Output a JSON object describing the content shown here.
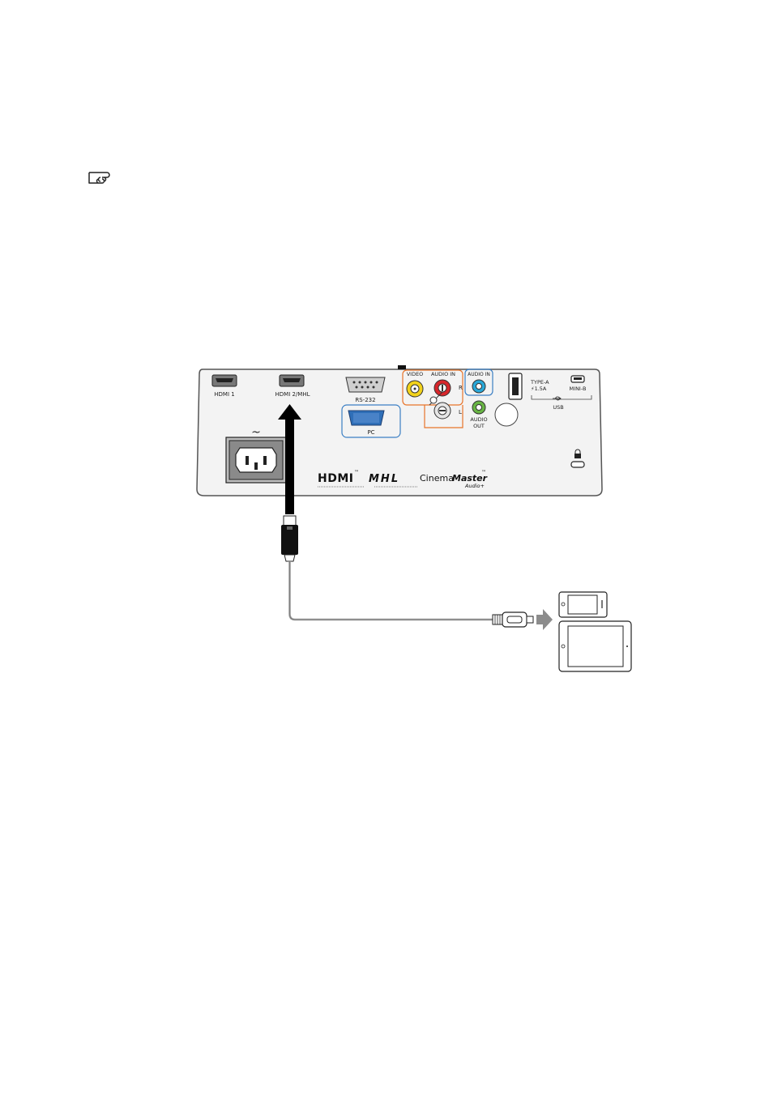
{
  "panel": {
    "hdmi1": "HDMI 1",
    "hdmi2": "HDMI 2/MHL",
    "rs232": "RS-232",
    "pc": "PC",
    "video": "VIDEO",
    "audio_in_rl": "AUDIO IN",
    "r": "R",
    "l": "L",
    "audio_in": "AUDIO IN",
    "audio_out_1": "AUDIO",
    "audio_out_2": "OUT",
    "type_a_1": "TYPE-A",
    "type_a_2": "⚡1.5A",
    "usb": "USB",
    "mini_b": "MINI-B",
    "tilde": "~",
    "brand_hdmi": "HDMI",
    "brand_mhl": "MHL",
    "brand_cinema": "Cinema",
    "brand_master": "Master",
    "brand_audio": "Audio+",
    "tm": "™"
  },
  "colors": {
    "panel_fill": "#f3f3f3",
    "panel_stroke": "#555555",
    "highlight_orange": "#e8742a",
    "highlight_blue": "#3b7fc4",
    "video_yellow": "#f2d21b",
    "audio_red": "#d7262b",
    "audio_in_cyan": "#29a8d8",
    "audio_out_green": "#69b545",
    "pc_port_blue": "#2f6fb8",
    "arrow_gray": "#8c8c8c",
    "cable_gray": "#9a9a9a"
  },
  "icons": [
    "pointing-hand-icon",
    "usb-icon",
    "lock-icon",
    "smartphone-icon",
    "tablet-icon",
    "arrow-up-icon",
    "arrow-right-icon"
  ]
}
